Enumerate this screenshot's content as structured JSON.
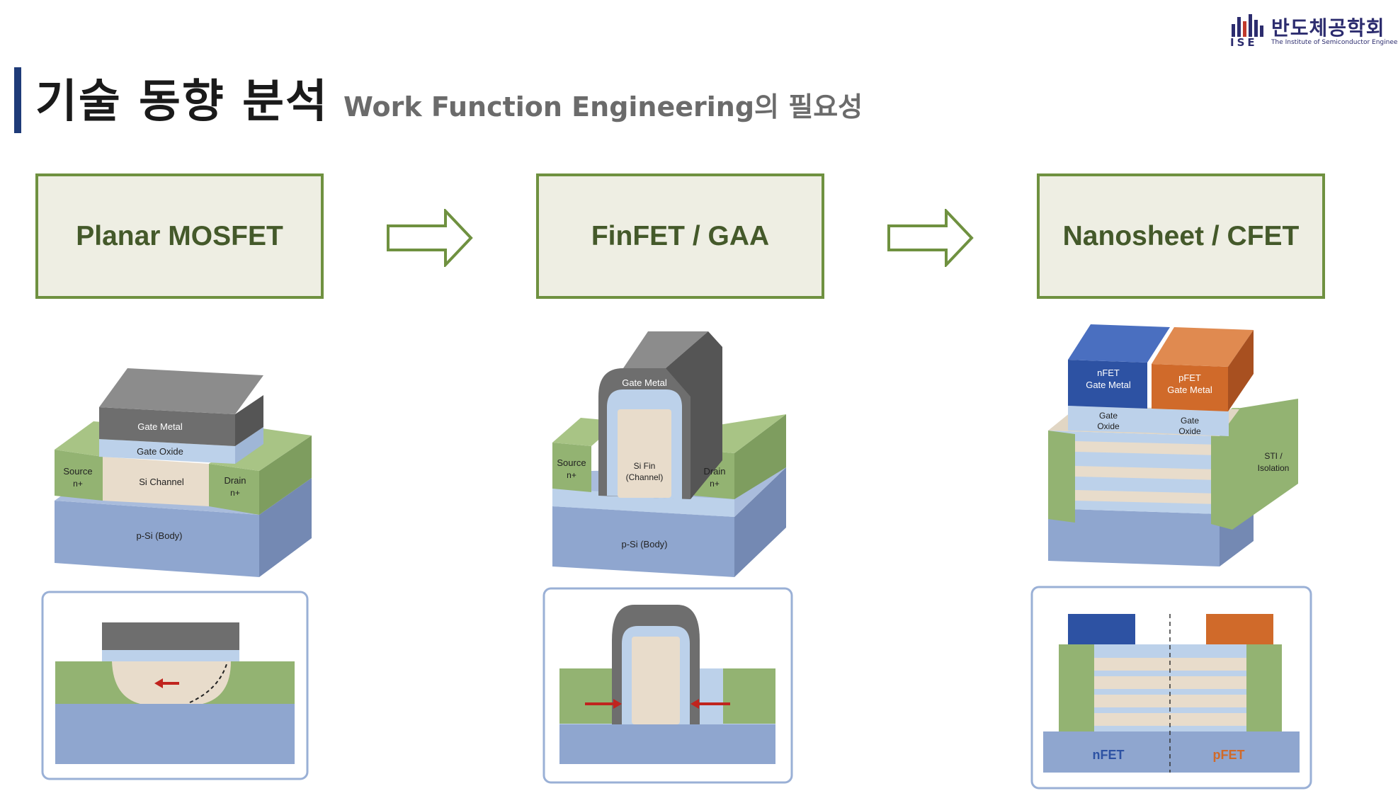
{
  "header": {
    "title": "기술 동향 분석",
    "subtitle": "Work Function Engineering의 필요성"
  },
  "logo": {
    "korean": "반도체공학회",
    "abbr": "ISE",
    "english": "The Institute of Semiconductor Engineers"
  },
  "stages": [
    {
      "label": "Planar MOSFET",
      "diagram": {
        "gate_metal": "Gate Metal",
        "gate_oxide": "Gate Oxide",
        "source": "Source",
        "source_dop": "n+",
        "channel": "Si Channel",
        "drain": "Drain",
        "drain_dop": "n+",
        "body": "p-Si (Body)"
      }
    },
    {
      "label": "FinFET / GAA",
      "diagram": {
        "gate_metal": "Gate Metal",
        "source": "Source",
        "source_dop": "n+",
        "fin_1": "Si Fin",
        "fin_2": "(Channel)",
        "drain": "Drain",
        "drain_dop": "n+",
        "body": "p-Si (Body)"
      }
    },
    {
      "label": "Nanosheet / CFET",
      "diagram": {
        "nfet_1": "nFET",
        "nfet_2": "Gate Metal",
        "pfet_1": "pFET",
        "pfet_2": "Gate Metal",
        "oxide_1": "Gate",
        "oxide_2": "Oxide",
        "sti_1": "STI /",
        "sti_2": "Isolation",
        "bottom_nfet": "nFET",
        "bottom_pfet": "pFET"
      }
    }
  ],
  "colors": {
    "accent_bar": "#1f3b78",
    "box_border": "#6f9140",
    "box_fill": "#eeeee3",
    "box_text": "#44592a",
    "nfet": "#2d52a3",
    "pfet": "#d06a2a",
    "silicon": "#8fa6cf",
    "doped": "#93b372",
    "channel": "#e8dccb",
    "metal": "#6e6e6e"
  }
}
